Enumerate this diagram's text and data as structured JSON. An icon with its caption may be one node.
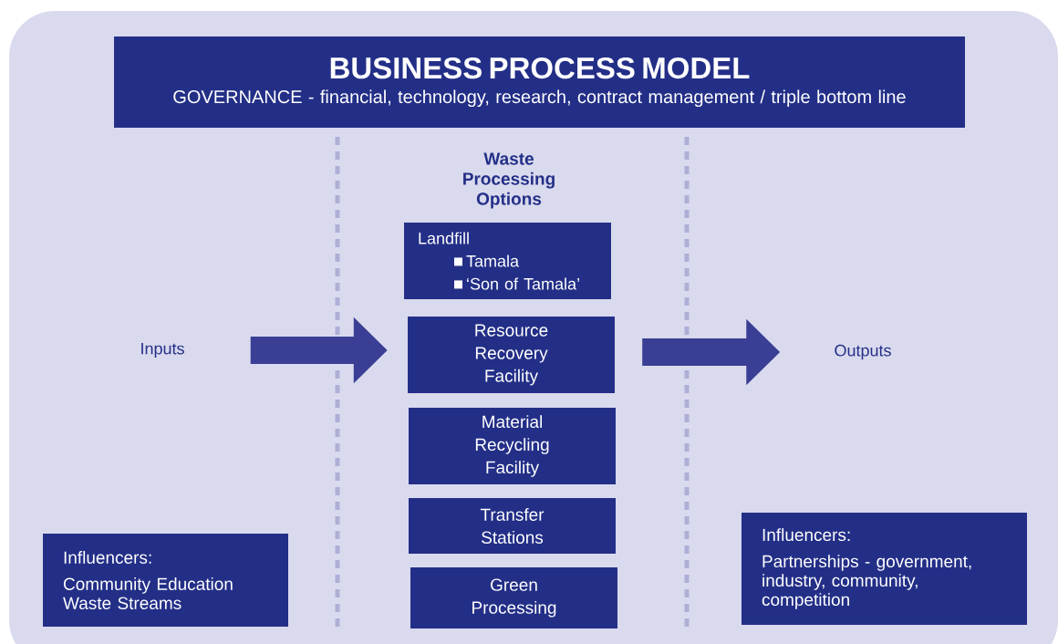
{
  "diagram": {
    "nodes": [
      {
        "text": [
          "BUSINESS PROCESS MODEL",
          "GOVERNANCE - financial, technology, research, contract management / triple bottom line"
        ]
      },
      {
        "text": [
          "Landfill",
          "Tamala",
          "‘Son of Tamala’"
        ]
      },
      {
        "text": [
          "Resource Recovery Facility"
        ]
      },
      {
        "text": [
          "Material Recycling Facility"
        ]
      },
      {
        "text": [
          "Transfer Stations"
        ]
      },
      {
        "text": [
          "Green Processing"
        ]
      },
      {
        "text": [
          "Inputs"
        ]
      },
      {
        "text": [
          "Outputs"
        ]
      },
      {
        "text": [
          "Influencers:",
          "Community Education",
          "Waste Streams"
        ]
      },
      {
        "text": [
          "Influencers:",
          "Partnerships - government, industry, community, competition"
        ]
      }
    ],
    "edges": [
      {
        "from": 6,
        "to": 2,
        "arrow": "to"
      },
      {
        "from": 2,
        "to": 7,
        "arrow": "to"
      }
    ],
    "labels": [
      "Waste Processing Options"
    ]
  }
}
